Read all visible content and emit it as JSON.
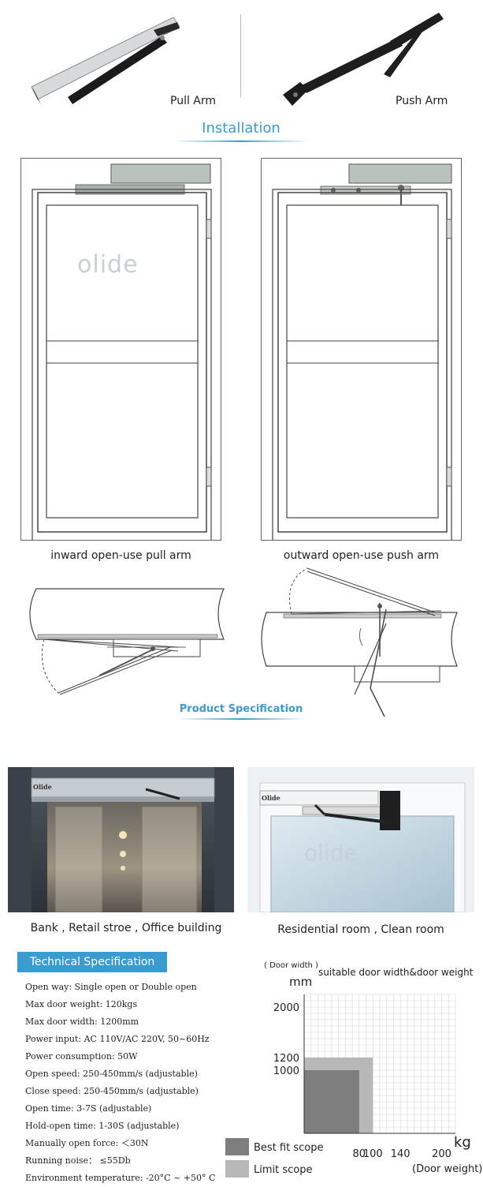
{
  "top_arms": {
    "pull_label": "Pull Arm",
    "push_label": "Push Arm"
  },
  "installation": {
    "title": "Installation",
    "left_caption": "inward open-use pull arm",
    "right_caption": "outward open-use push arm",
    "watermark": "olide"
  },
  "product_spec": {
    "title": "Product Specification"
  },
  "applications": {
    "left_caption": "Bank , Retail stroe , Office building",
    "right_caption": "Residential room , Clean room",
    "watermark": "olide",
    "operator_logo": "Olide"
  },
  "tech_spec": {
    "header": "Technical Specification",
    "items": [
      "Open way: Single open or Double open",
      "Max door weight: 120kgs",
      "Max door width: 1200mm",
      "Power input: AC 110V/AC 220V, 50~60Hz",
      "Power consumption: 50W",
      "Open speed: 250-450mm/s (adjustable)",
      "Close speed: 250-450mm/s (adjustable)",
      "Open time: 3-7S (adjustable)",
      "Hold-open time: 1-30S (adjustable)",
      "Manually open force: ＜30N",
      "Running noise： ≤55Db",
      "Environment temperature: -20°C ~ +50° C"
    ]
  },
  "chart_data": {
    "type": "area",
    "title": "suitable door width&door weight",
    "ylabel_top": "( Door width )",
    "yunit": "mm",
    "xunit": "kg",
    "xlabel": "(Door weight)",
    "xticks": [
      80,
      100,
      140,
      200
    ],
    "yticks": [
      1000,
      1200,
      2000
    ],
    "xlim": [
      0,
      220
    ],
    "ylim": [
      0,
      2200
    ],
    "regions": [
      {
        "name": "Limit scope",
        "max_weight_kg": 100,
        "max_width_mm": 1200,
        "color": "#b8b8b8"
      },
      {
        "name": "Best fit scope",
        "max_weight_kg": 80,
        "max_width_mm": 1000,
        "color": "#7d7d7d"
      }
    ],
    "legend": [
      {
        "label": "Best fit scope",
        "color": "#7d7d7d"
      },
      {
        "label": "Limit scope",
        "color": "#b8b8b8"
      }
    ],
    "grid": true,
    "legend_position": "bottom-left"
  }
}
